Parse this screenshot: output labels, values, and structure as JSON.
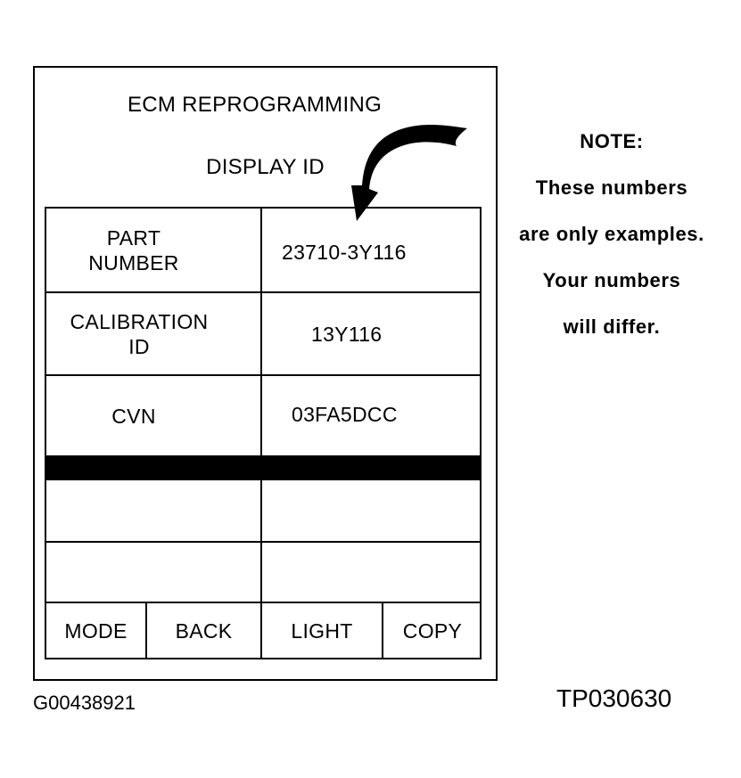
{
  "screen": {
    "title": "ECM REPROGRAMMING",
    "subtitle": "DISPLAY ID"
  },
  "rows": [
    {
      "label": "PART\nNUMBER",
      "value": "23710-3Y116"
    },
    {
      "label": "CALIBRATION\nID",
      "value": "13Y116"
    },
    {
      "label": "CVN",
      "value": "03FA5DCC"
    }
  ],
  "buttons": {
    "mode": "MODE",
    "back": "BACK",
    "light": "LIGHT",
    "copy": "COPY"
  },
  "note": {
    "heading": "NOTE:",
    "lines": [
      "These numbers",
      "are only examples.",
      "Your numbers",
      "will differ."
    ]
  },
  "captions": {
    "figure_id": "G00438921",
    "page_id": "TP030630"
  },
  "icons": {
    "arrow": "curved-arrow-icon"
  }
}
